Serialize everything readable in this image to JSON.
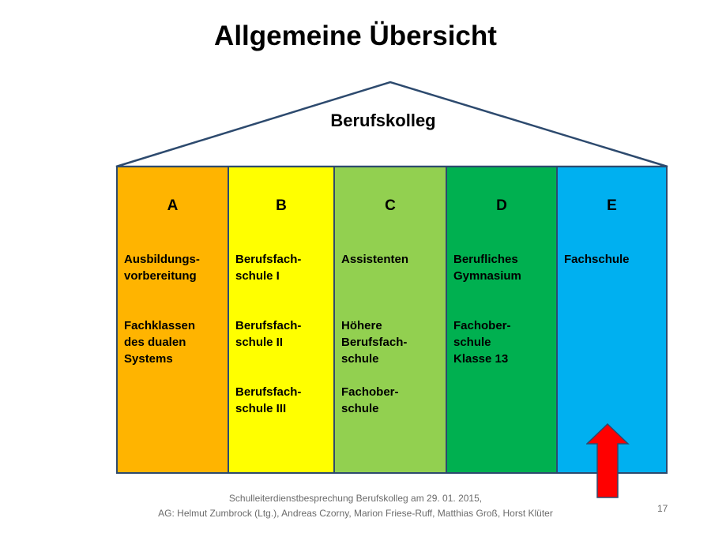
{
  "title": "Allgemeine Übersicht",
  "roof_label": "Berufskolleg",
  "colors": {
    "outline": "#2d4a6e",
    "arrow": "#ff0000"
  },
  "columns": [
    {
      "letter": "A",
      "color": "#ffb400",
      "entries": [
        "Ausbildungs-\nvorbereitung",
        "Fachklassen\ndes dualen\nSystems"
      ]
    },
    {
      "letter": "B",
      "color": "#ffff00",
      "entries": [
        "Berufsfach-\nschule I",
        "Berufsfach-\nschule II",
        "Berufsfach-\nschule III"
      ]
    },
    {
      "letter": "C",
      "color": "#92d050",
      "entries": [
        "Assistenten",
        "Höhere\nBerufsfach-\nschule",
        "Fachober-\nschule"
      ]
    },
    {
      "letter": "D",
      "color": "#00b050",
      "entries": [
        "Berufliches\nGymnasium",
        "Fachober-\nschule\nKlasse 13"
      ]
    },
    {
      "letter": "E",
      "color": "#00b0f0",
      "entries": [
        "Fachschule"
      ]
    }
  ],
  "footer": {
    "line1": "Schulleiterdienstbesprechung Berufskolleg am 29. 01. 2015,",
    "line2": "AG: Helmut Zumbrock (Ltg.), Andreas Czorny, Marion Friese-Ruff, Matthias Groß, Horst Klüter",
    "page_number": "17"
  }
}
